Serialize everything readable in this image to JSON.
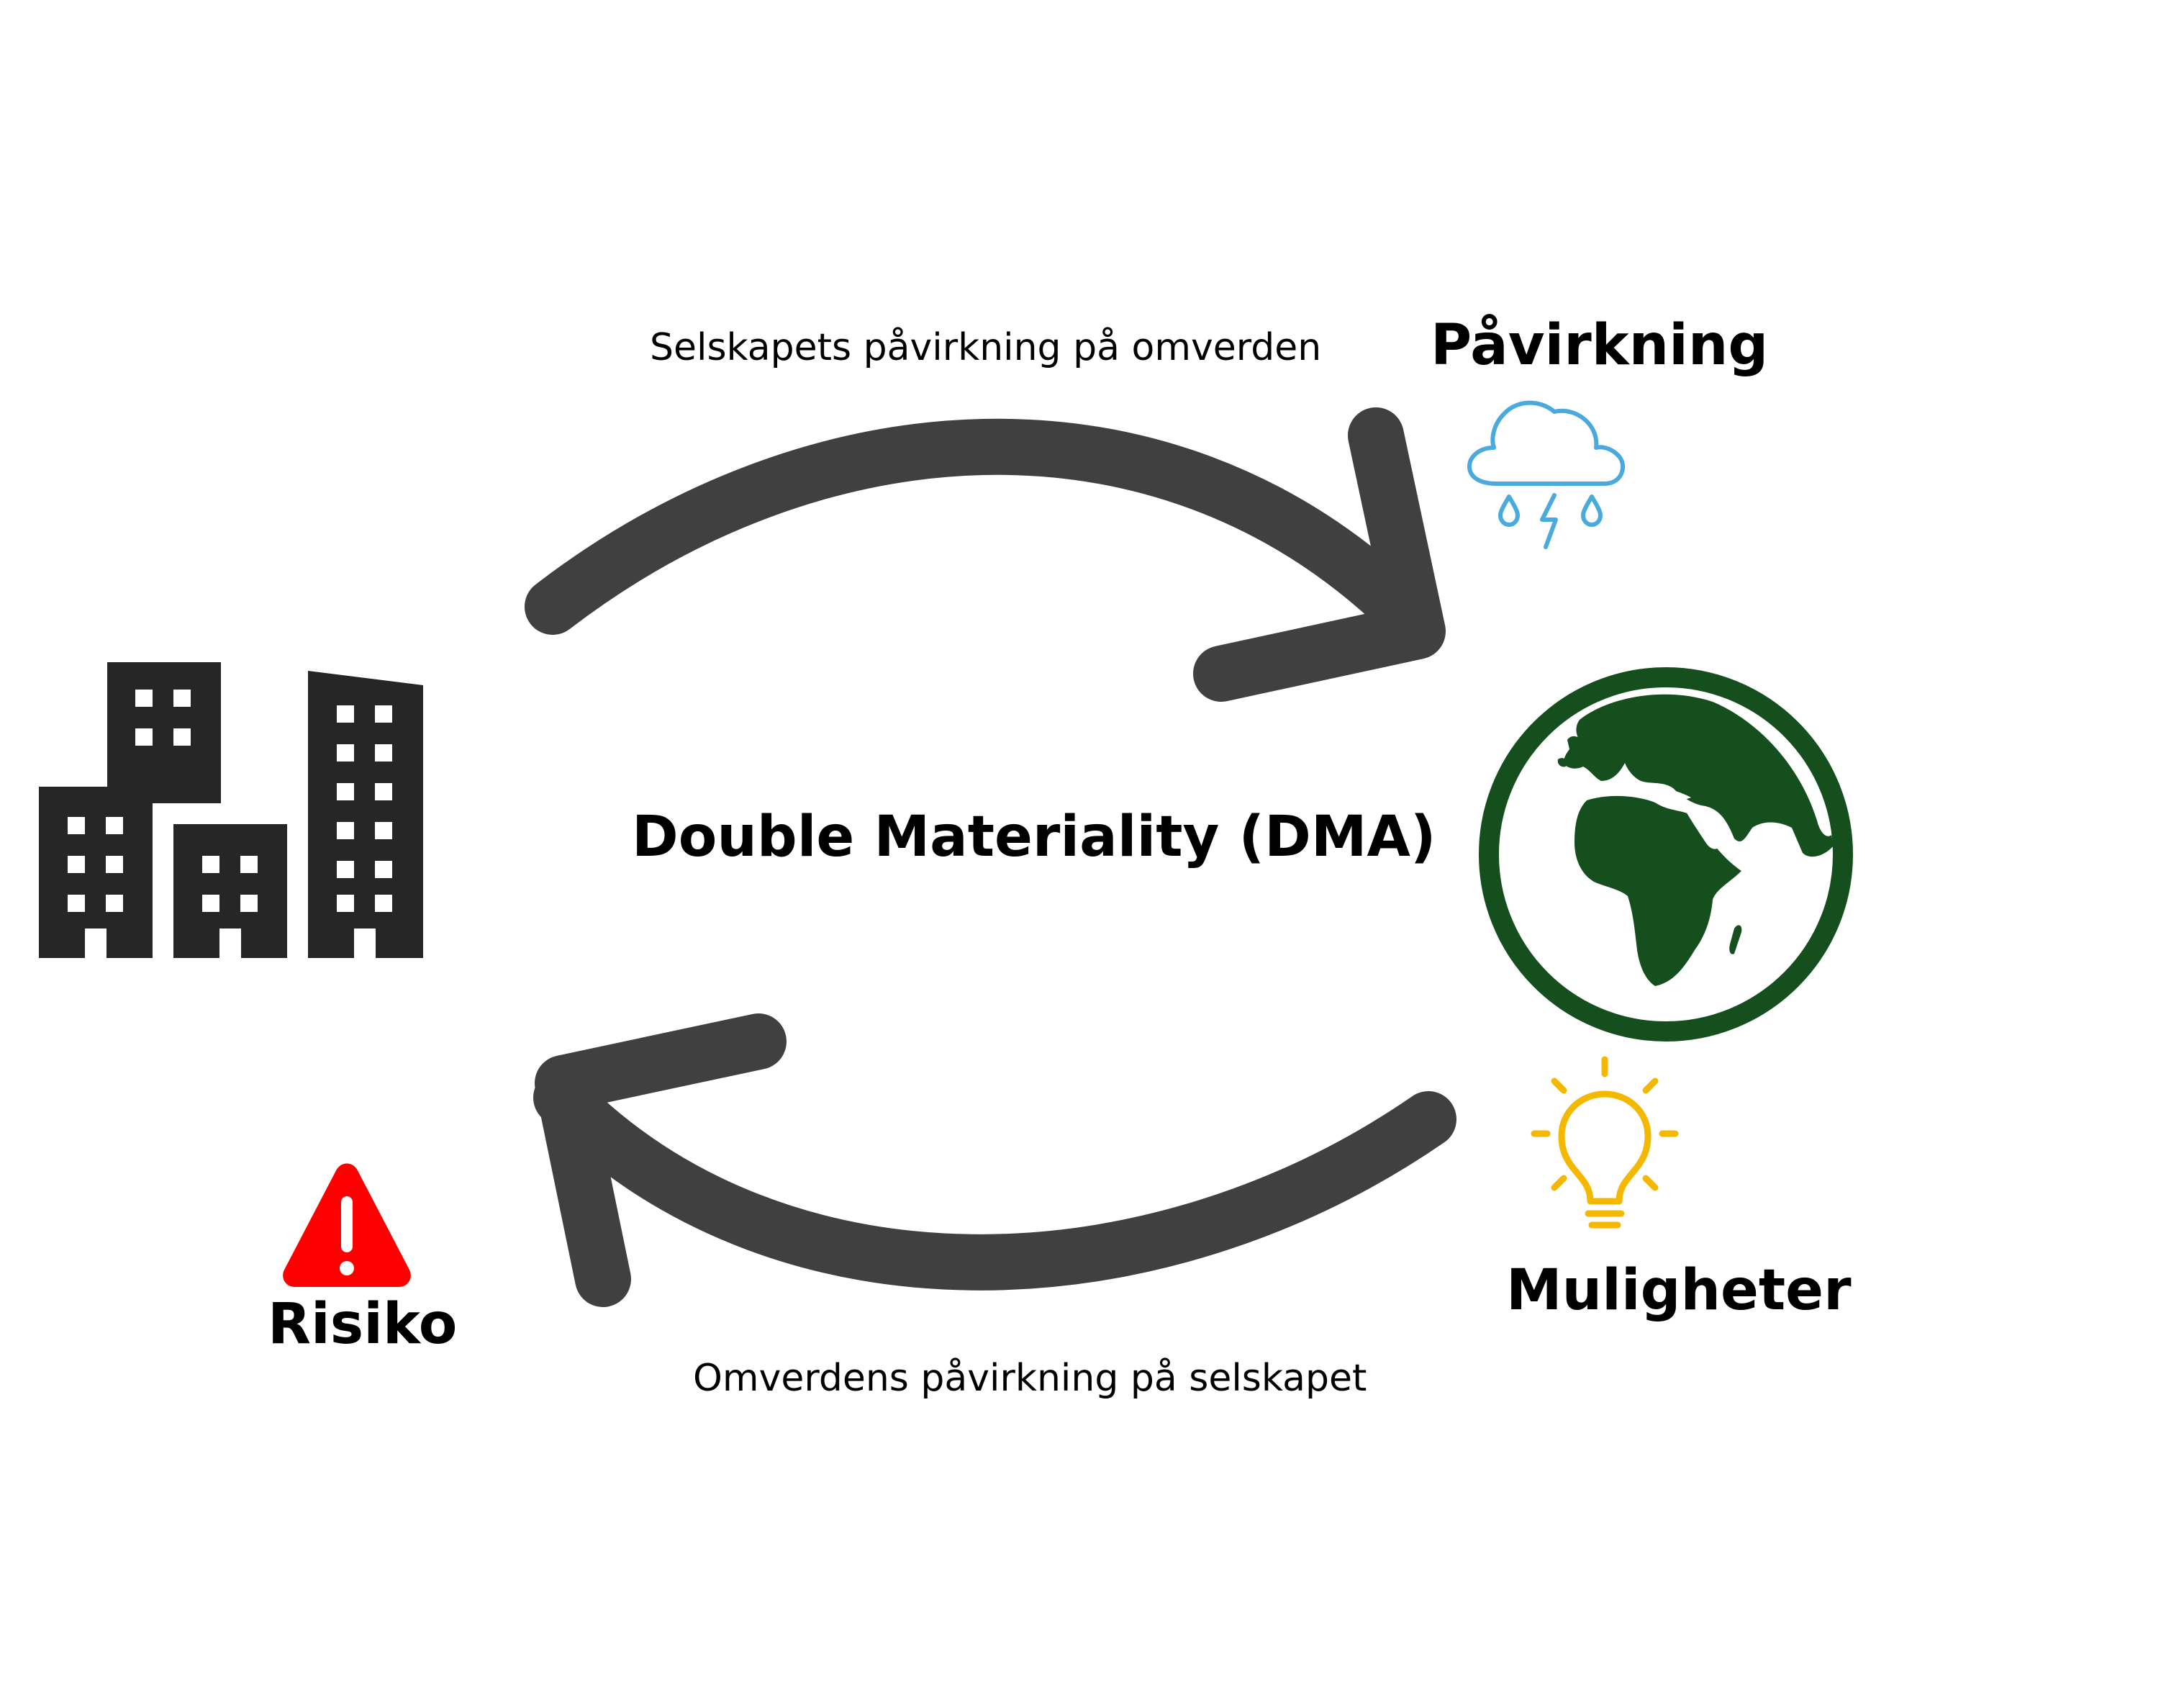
{
  "diagram": {
    "top_arrow_label": "Selskapets påvirkning på omverden",
    "bottom_arrow_label": "Omverdens påvirkning på selskapet",
    "center_title": "Double Materiality (DMA)",
    "impact_label": "Påvirkning",
    "opportunities_label": "Muligheter",
    "risk_label": "Risiko"
  },
  "icons": {
    "company": "buildings-icon",
    "world": "globe-icon",
    "impact": "storm-cloud-icon",
    "opportunities": "lightbulb-icon",
    "risk": "warning-icon"
  },
  "colors": {
    "arrow": "#404040",
    "buildings": "#262626",
    "globe": "#154f1e",
    "cloud": "#4aa9dd",
    "bulb": "#f5b800",
    "warning": "#ff0000"
  }
}
